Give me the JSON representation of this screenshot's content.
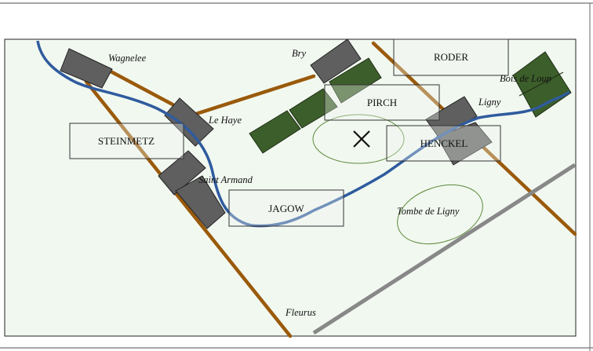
{
  "places": {
    "wagnelee": "Wagnelee",
    "bry": "Bry",
    "le_haye": "Le Haye",
    "saint_armand": "Saint Armand",
    "ligny": "Ligny",
    "bois_de_loup": "Bois de Loup",
    "tombe_de_ligny": "Tombe de Ligny",
    "fleurus": "Fleurus"
  },
  "units": {
    "steinmetz": "STEINMETZ",
    "pirch": "PIRCH",
    "henckel": "HENCKEL",
    "roder": "RODER",
    "jagow": "JAGOW"
  },
  "colors": {
    "river": "#2f5b9e",
    "road": "#9a5a0a",
    "highway": "#888888",
    "village": "#5f5f5f",
    "woods": "#3c5e2a",
    "map_bg": "#f1f8f0"
  }
}
